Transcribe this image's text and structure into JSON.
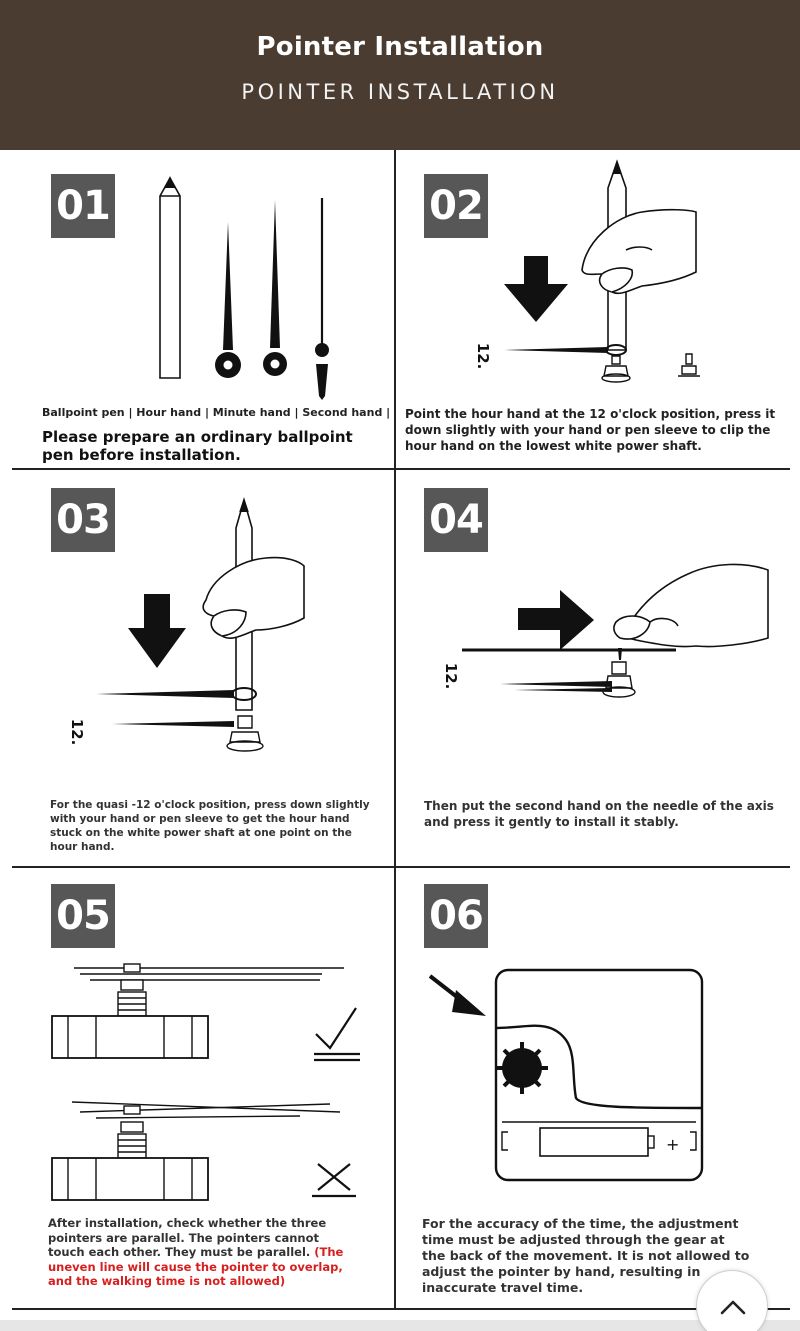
{
  "header": {
    "title": "Pointer Installation",
    "subtitle": "POINTER INSTALLATION"
  },
  "steps": [
    {
      "number": "01",
      "labels": "Ballpoint pen | Hour hand | Minute hand | Second hand |",
      "text": "Please prepare an ordinary ballpoint pen before installation."
    },
    {
      "number": "02",
      "mark": "12.",
      "text": "Point the hour hand at the 12 o'clock position, press it down slightly with your hand or pen sleeve to clip the hour hand on the lowest white power shaft."
    },
    {
      "number": "03",
      "mark": "12.",
      "text": "For the quasi -12 o'clock position, press down slightly with your hand or pen sleeve to get the hour hand stuck on the white power shaft at one point on the hour hand."
    },
    {
      "number": "04",
      "mark": "12.",
      "text": "Then put the second hand on the needle of the axis and press it gently to install it stably."
    },
    {
      "number": "05",
      "text": "After installation, check whether the three pointers are parallel. The pointers cannot touch each other. They must be parallel.",
      "warning": "(The uneven line will cause the pointer to overlap, and the walking time is not allowed)"
    },
    {
      "number": "06",
      "text": "For the accuracy of the time, the adjustment time must be adjusted through the gear at the back of the movement. It is not allowed to adjust the pointer by hand, resulting in inaccurate travel time."
    }
  ],
  "icons": {
    "scroll_top": "chevron-up-icon",
    "correct": "checkmark-icon",
    "wrong": "cross-icon"
  },
  "colors": {
    "header_bg": "#4a3c31",
    "number_bg": "#575757",
    "warning": "#d81f1f"
  }
}
